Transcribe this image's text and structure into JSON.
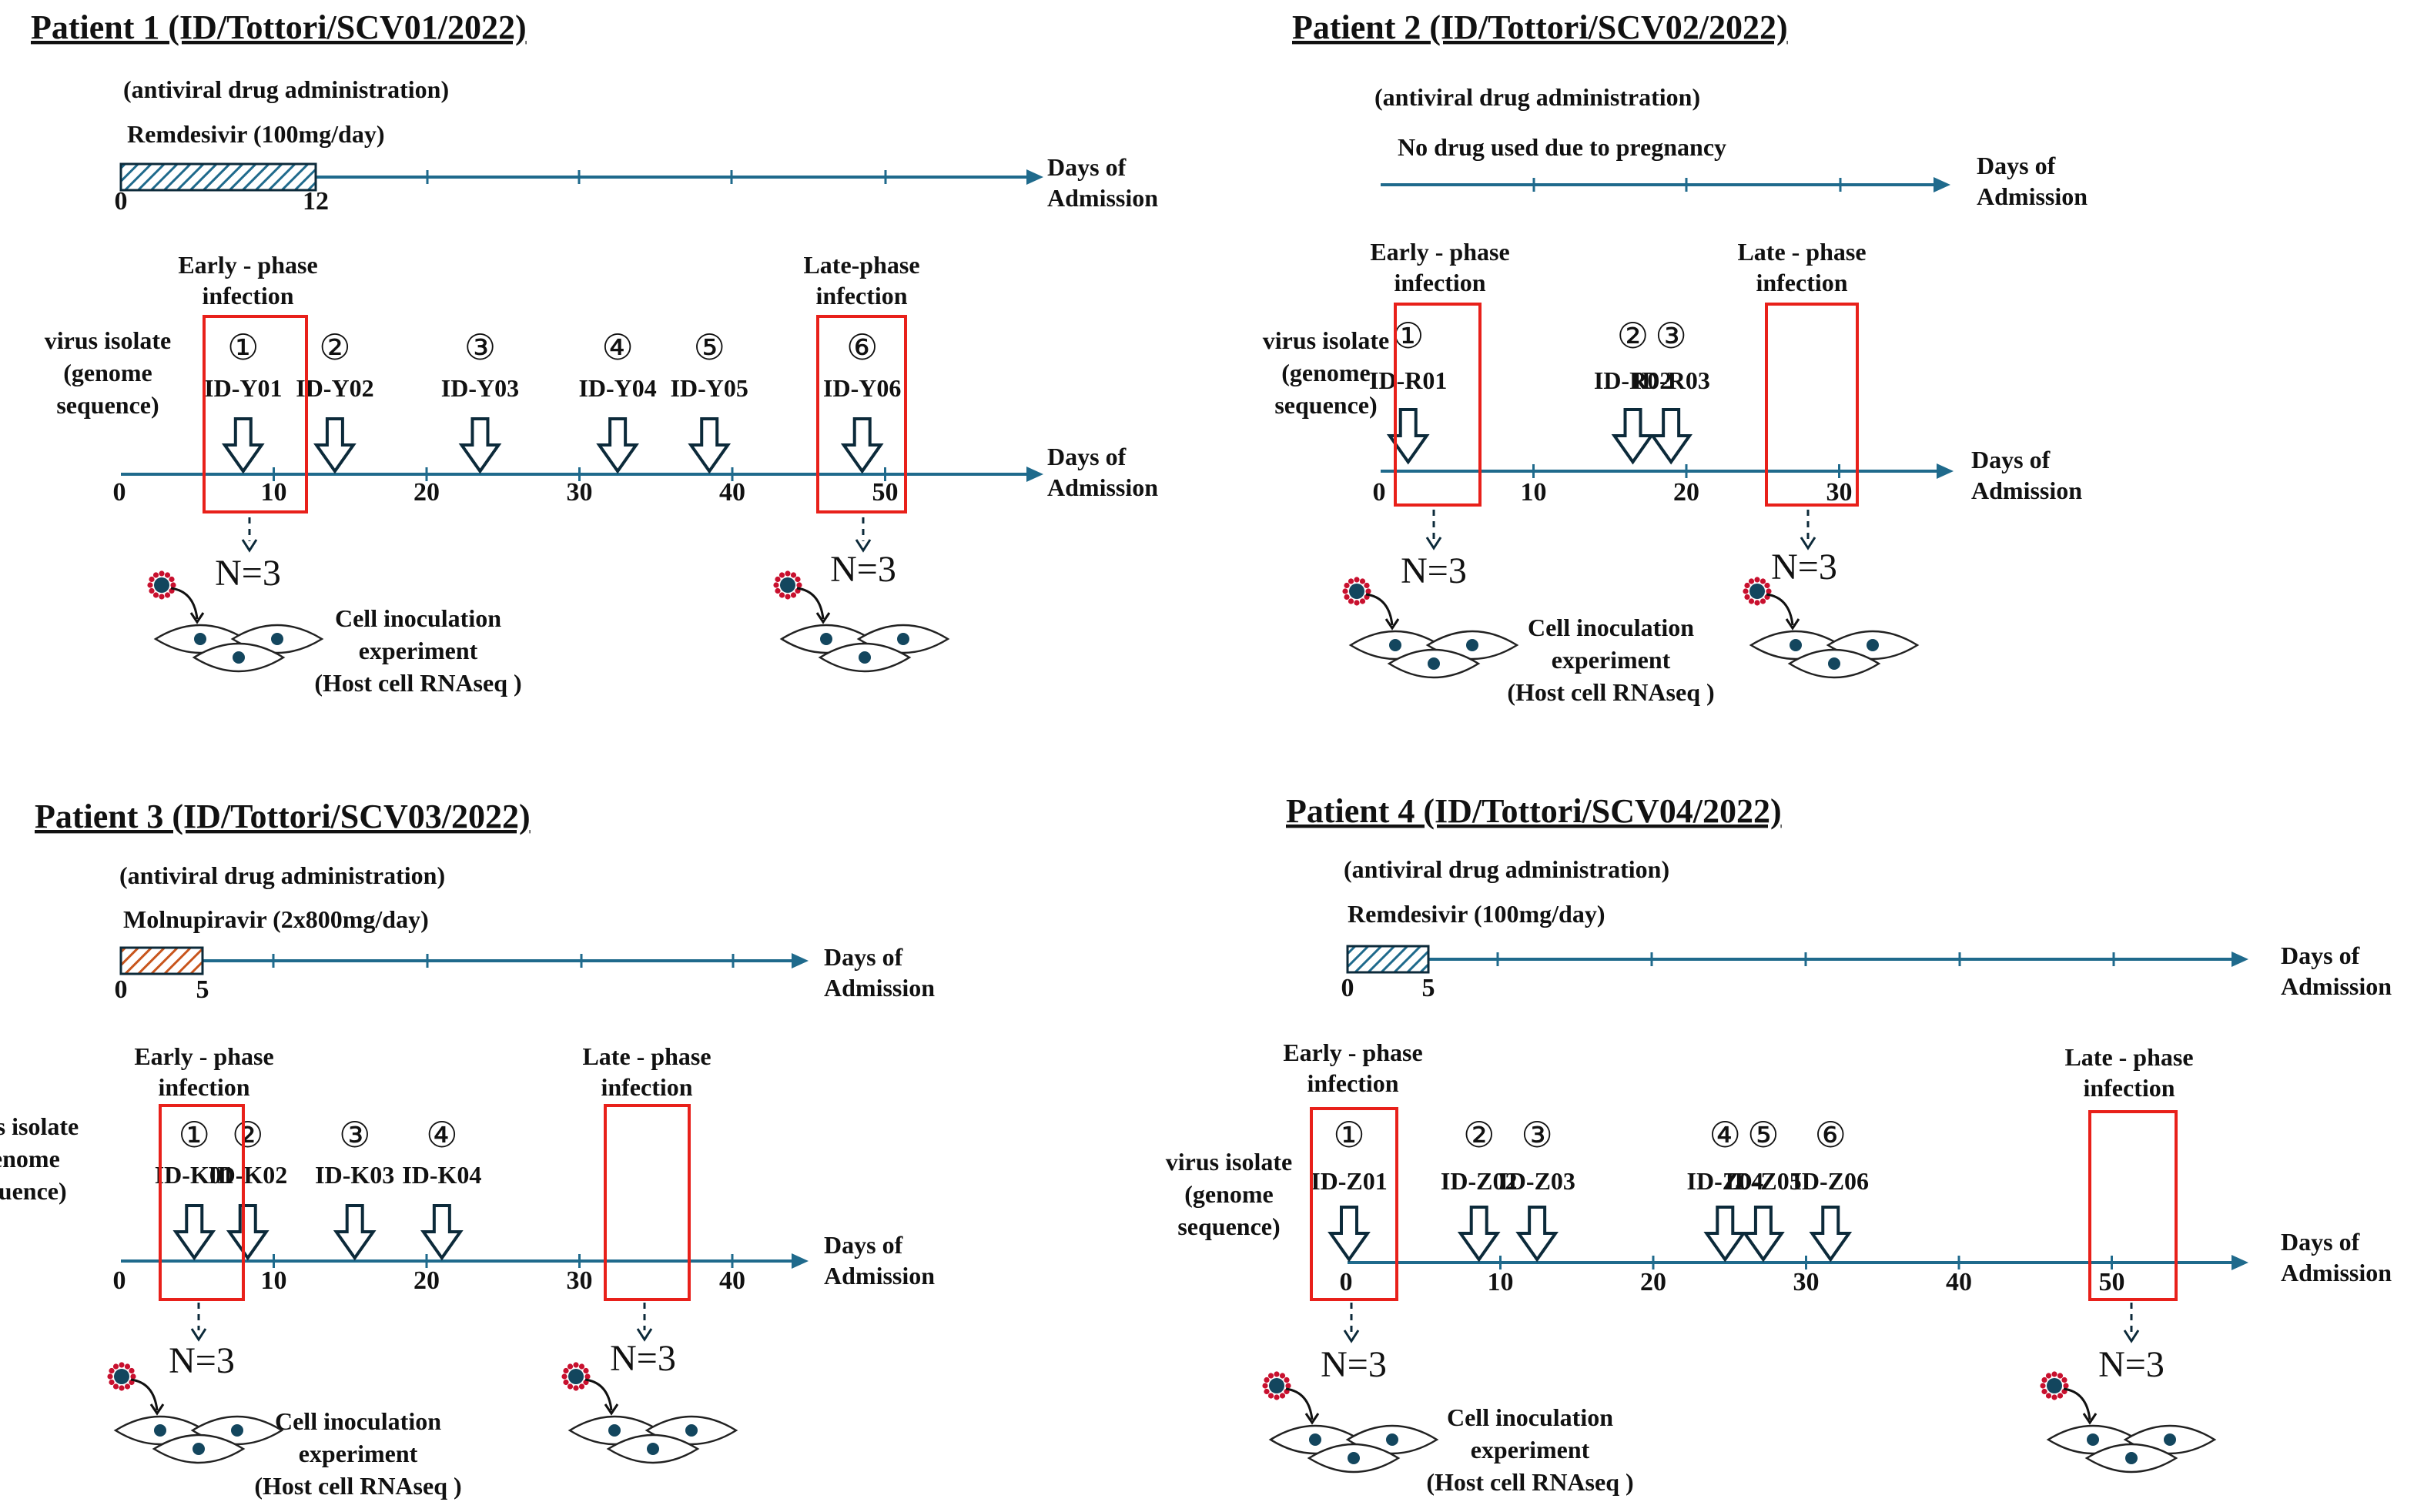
{
  "colors": {
    "axis": "#1f6a8c",
    "box": "#e8201a",
    "remdesivir": "#1f6a8c",
    "molnupiravir": "#c8551c",
    "virus": "#c8102e",
    "cell_nucleus": "#13465e"
  },
  "common": {
    "drug_section": "(antiviral drug administration)",
    "axis_label": [
      "Days of",
      "Admission"
    ],
    "isolate_label": [
      "virus isolate",
      "(genome",
      "sequence)"
    ],
    "early_label": [
      "Early - phase",
      "infection"
    ],
    "late_label": [
      "Late - phase",
      "infection"
    ],
    "n_label": "N=3",
    "experiment_label": [
      "Cell inoculation",
      "experiment",
      "(Host cell RNAseq )"
    ]
  },
  "patients": [
    {
      "title": "Patient 1 (ID/Tottori/SCV01/2022)",
      "drug": "Remdesivir (100mg/day)",
      "drug_kind": "remdesivir",
      "drug_ticks": [
        "0",
        "12"
      ],
      "isolate_ticks": [
        "0",
        "10",
        "20",
        "30",
        "40",
        "50"
      ],
      "early_label": [
        "Early - phase",
        "infection"
      ],
      "late_label": [
        "Late-phase",
        "infection"
      ],
      "isolates": [
        {
          "num": "①",
          "id": "ID-Y01",
          "boxed": true
        },
        {
          "num": "②",
          "id": "ID-Y02",
          "boxed": false
        },
        {
          "num": "③",
          "id": "ID-Y03",
          "boxed": false
        },
        {
          "num": "④",
          "id": "ID-Y04",
          "boxed": false
        },
        {
          "num": "⑤",
          "id": "ID-Y05",
          "boxed": false
        },
        {
          "num": "⑥",
          "id": "ID-Y06",
          "boxed": true
        }
      ]
    },
    {
      "title": "Patient 2 (ID/Tottori/SCV02/2022)",
      "drug": "No drug used due to pregnancy",
      "drug_kind": "none",
      "drug_ticks": [],
      "isolate_ticks": [
        "0",
        "10",
        "20",
        "30"
      ],
      "early_label": [
        "Early - phase",
        "infection"
      ],
      "late_label": [
        "Late - phase",
        "infection"
      ],
      "isolates": [
        {
          "num": "①",
          "id": "ID-R01",
          "boxed": true
        },
        {
          "num": "②",
          "id": "ID-R02",
          "boxed": false
        },
        {
          "num": "③",
          "id": "ID-R03",
          "boxed": true
        }
      ]
    },
    {
      "title": "Patient 3 (ID/Tottori/SCV03/2022)",
      "drug": "Molnupiravir  (2x800mg/day)",
      "drug_kind": "molnupiravir",
      "drug_ticks": [
        "0",
        "5"
      ],
      "isolate_ticks": [
        "0",
        "10",
        "20",
        "30",
        "40"
      ],
      "early_label": [
        "Early - phase",
        "infection"
      ],
      "late_label": [
        "Late - phase",
        "infection"
      ],
      "isolates": [
        {
          "num": "①",
          "id": "ID-K01",
          "boxed": true
        },
        {
          "num": "②",
          "id": "ID-K02",
          "boxed": false
        },
        {
          "num": "③",
          "id": "ID-K03",
          "boxed": false
        },
        {
          "num": "④",
          "id": "ID-K04",
          "boxed": true
        }
      ]
    },
    {
      "title": "Patient 4 (ID/Tottori/SCV04/2022)",
      "drug": "Remdesivir (100mg/day)",
      "drug_kind": "remdesivir",
      "drug_ticks": [
        "0",
        "5"
      ],
      "isolate_ticks": [
        "0",
        "10",
        "20",
        "30",
        "40",
        "50"
      ],
      "early_label": [
        "Early - phase",
        "infection"
      ],
      "late_label": [
        "Late - phase",
        "infection"
      ],
      "isolates": [
        {
          "num": "①",
          "id": "ID-Z01",
          "boxed": true
        },
        {
          "num": "②",
          "id": "ID-Z02",
          "boxed": false
        },
        {
          "num": "③",
          "id": "ID-Z03",
          "boxed": false
        },
        {
          "num": "④",
          "id": "ID-Z04",
          "boxed": false
        },
        {
          "num": "⑤",
          "id": "ID-Z05",
          "boxed": false
        },
        {
          "num": "⑥",
          "id": "ID-Z06",
          "boxed": true
        }
      ]
    }
  ]
}
